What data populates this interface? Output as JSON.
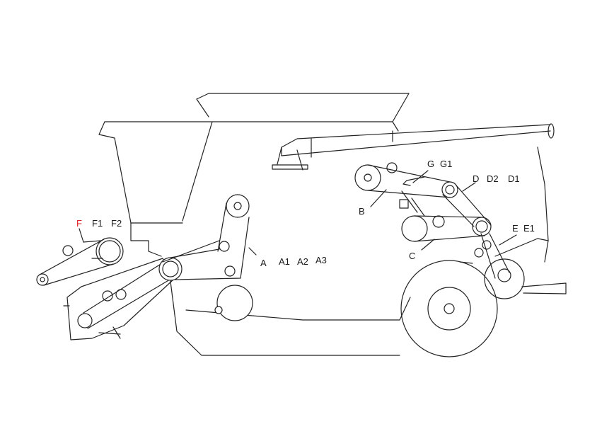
{
  "colors": {
    "line": "#222222",
    "label": "#1a1a1a",
    "highlight": "#e02020",
    "background": "#ffffff"
  },
  "labels": {
    "F": "F",
    "F1": "F1",
    "F2": "F2",
    "A": "A",
    "A1": "A1",
    "A2": "A2",
    "A3": "A3",
    "B": "B",
    "C": "C",
    "G": "G",
    "G1": "G1",
    "D": "D",
    "D2": "D2",
    "D1": "D1",
    "E": "E",
    "E1": "E1"
  }
}
